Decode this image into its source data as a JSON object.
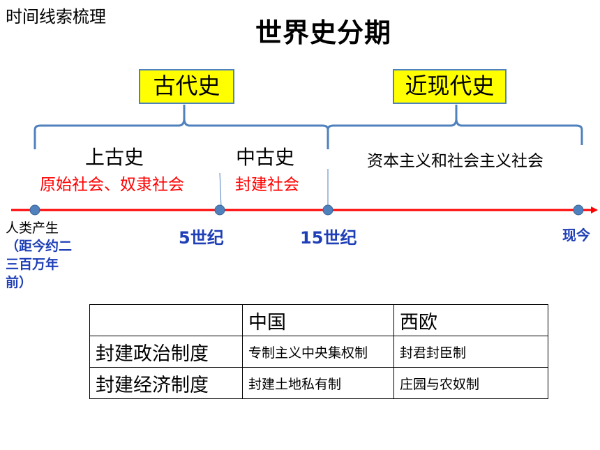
{
  "corner_title": "时间线索梳理",
  "title": "世界史分期",
  "eras": {
    "ancient": "古代史",
    "modern": "近现代史"
  },
  "periods": {
    "upper": {
      "name": "上古史",
      "society": "原始社会、奴隶社会"
    },
    "middle": {
      "name": "中古史",
      "society": "封建社会"
    },
    "modern": {
      "society": "资本主义和社会主义社会"
    }
  },
  "timeline": {
    "origin": "人类产生",
    "origin_note": "（距今约二三百万年前）",
    "tick_5c": "5世纪",
    "tick_15c": "15世纪",
    "present": "现今"
  },
  "table": {
    "headers": [
      "",
      "中国",
      "西欧"
    ],
    "rows": [
      {
        "label": "封建政治制度",
        "china": "专制主义中央集权制",
        "west": "封君封臣制"
      },
      {
        "label": "封建经济制度",
        "china": "封建土地私有制",
        "west": "庄园与农奴制"
      }
    ]
  },
  "colors": {
    "timeline": "#ff0000",
    "bracket": "#4f81bd",
    "era_box_fill": "#ffff00",
    "society_text": "#ff0000",
    "tick_text": "#1f3fb6"
  }
}
